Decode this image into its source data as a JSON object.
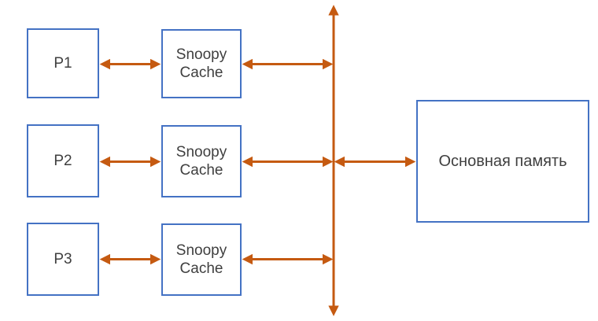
{
  "diagram": {
    "type": "block-diagram",
    "colors": {
      "background": "#FFFFFF",
      "box_border": "#4472C4",
      "box_fill": "#FFFFFF",
      "arrow": "#C55A11",
      "label_text": "#3F3F3F"
    },
    "nodes": {
      "p1": {
        "label": "P1"
      },
      "cache1": {
        "label": "Snoopy Cache"
      },
      "p2": {
        "label": "P2"
      },
      "cache2": {
        "label": "Snoopy Cache"
      },
      "p3": {
        "label": "P3"
      },
      "cache3": {
        "label": "Snoopy Cache"
      },
      "memory": {
        "label": "Основная память"
      }
    },
    "bus": {
      "orientation": "vertical",
      "style": "double-arrow-both-ends"
    },
    "connections": [
      {
        "from": "p1",
        "to": "cache1",
        "style": "double-arrow"
      },
      {
        "from": "cache1",
        "to": "bus",
        "style": "double-arrow"
      },
      {
        "from": "p2",
        "to": "cache2",
        "style": "double-arrow"
      },
      {
        "from": "cache2",
        "to": "bus",
        "style": "double-arrow"
      },
      {
        "from": "bus",
        "to": "memory",
        "style": "double-arrow"
      },
      {
        "from": "p3",
        "to": "cache3",
        "style": "double-arrow"
      },
      {
        "from": "cache3",
        "to": "bus",
        "style": "double-arrow"
      }
    ]
  }
}
